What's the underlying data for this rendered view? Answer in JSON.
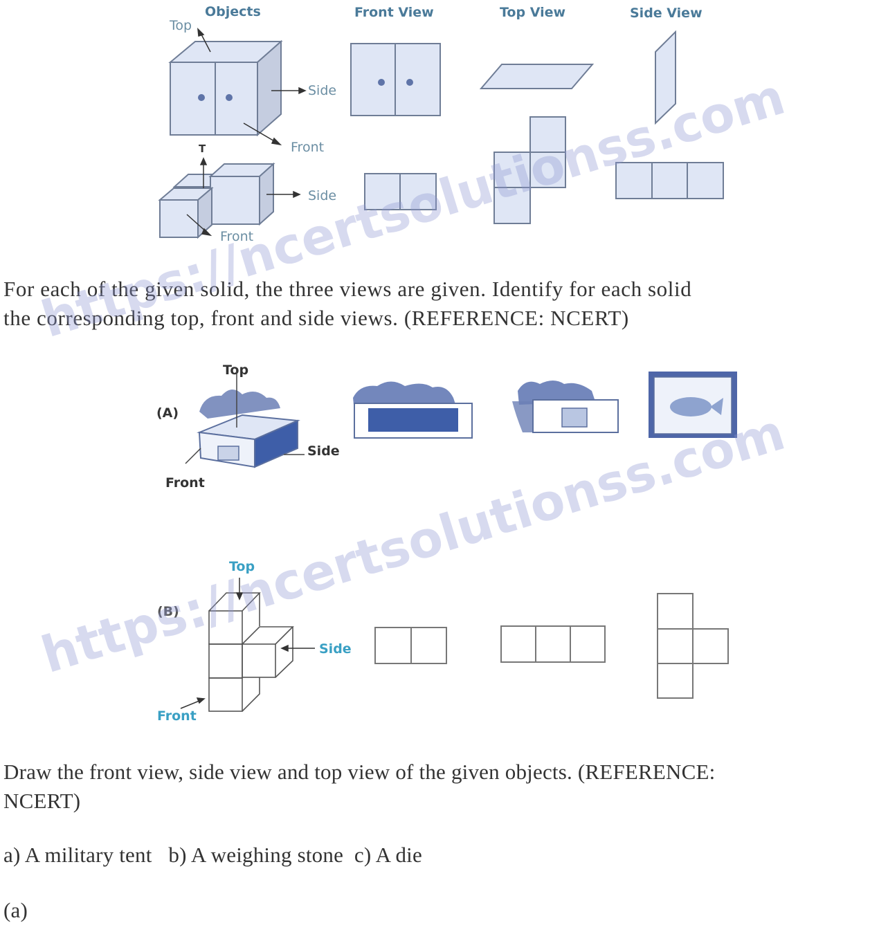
{
  "figure1": {
    "headers": {
      "objects": "Objects",
      "front_view": "Front View",
      "top_view": "Top View",
      "side_view": "Side View"
    },
    "row1_labels": {
      "top": "Top",
      "side": "Side",
      "front": "Front"
    },
    "row2_labels": {
      "top": "T",
      "side": "Side",
      "front": "Front"
    }
  },
  "question1": {
    "line1": "For each of the given solid, the three views are given. Identify for each solid",
    "line2": "the corresponding top, front and side views. (REFERENCE: NCERT)"
  },
  "figure2": {
    "partA": {
      "label": "(A)",
      "top": "Top",
      "side": "Side",
      "front": "Front"
    },
    "partB": {
      "label": "(B)",
      "top": "Top",
      "side": "Side",
      "front": "Front"
    }
  },
  "question2": {
    "line1": "Draw the front view, side view and top view of the given objects. (REFERENCE:",
    "line2": "NCERT)",
    "options": "a) A military tent   b) A weighing stone  c) A die",
    "answer_label": "(a)"
  },
  "watermark": {
    "text": "https://ncertsolutionss.com"
  },
  "colors": {
    "fill_light_blue": "#dfe6f5",
    "stroke_gray_blue": "#6f7d96",
    "label_blue": "#4a7a99",
    "label_teal": "#3aa0c4",
    "watermark": "#8c96d2"
  }
}
